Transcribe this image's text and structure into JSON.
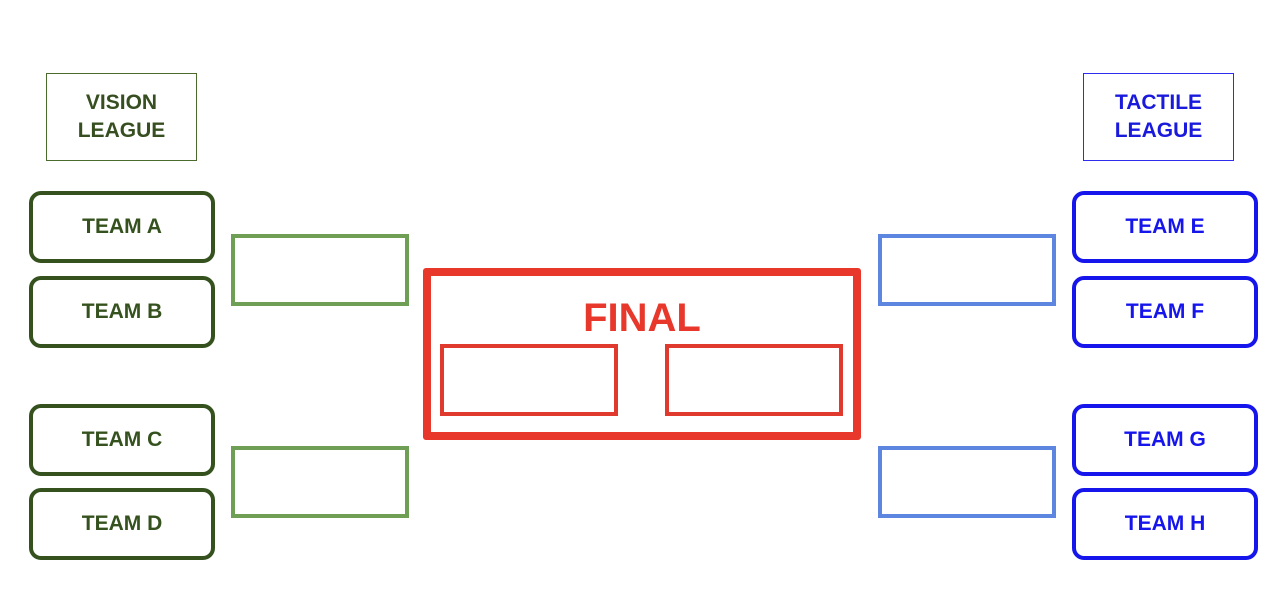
{
  "leagues": {
    "vision": {
      "label": "VISION\nLEAGUE",
      "color": "#34511e",
      "slot_color": "#6f9f55",
      "teams": [
        "TEAM A",
        "TEAM B",
        "TEAM C",
        "TEAM D"
      ]
    },
    "tactile": {
      "label": "TACTILE\nLEAGUE",
      "color": "#1515ec",
      "slot_color": "#5c86e0",
      "teams": [
        "TEAM E",
        "TEAM F",
        "TEAM G",
        "TEAM H"
      ]
    }
  },
  "final": {
    "title": "FINAL",
    "color": "#e8372b"
  }
}
